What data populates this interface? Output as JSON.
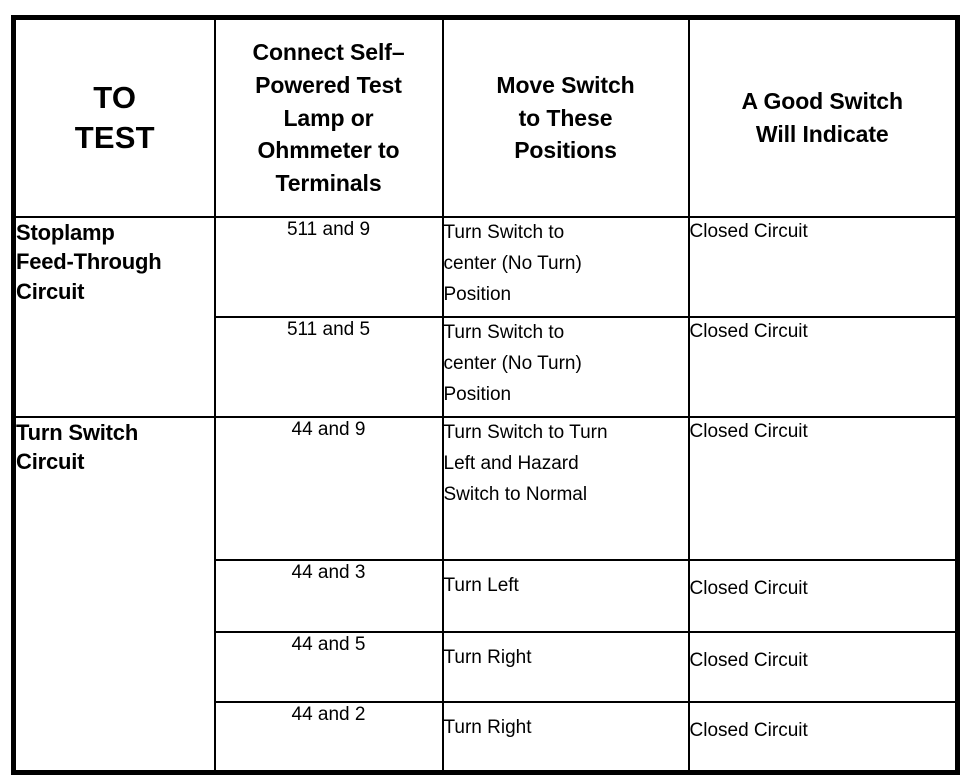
{
  "table": {
    "columns": [
      {
        "id": "to-test",
        "label": "TO\nTEST",
        "label_line1": "TO",
        "label_line2": "TEST"
      },
      {
        "id": "terminals",
        "label": "Connect Self–\nPowered Test\nLamp or\nOhmmeter to\nTerminals",
        "l1": "Connect Self–",
        "l2": "Powered Test",
        "l3": "Lamp or",
        "l4": "Ohmmeter to",
        "l5": "Terminals"
      },
      {
        "id": "positions",
        "label": "Move Switch\nto These\nPositions",
        "l1": "Move Switch",
        "l2": "to These",
        "l3": "Positions"
      },
      {
        "id": "indicate",
        "label": "A Good Switch\nWill Indicate",
        "l1": "A Good Switch",
        "l2": "Will Indicate"
      }
    ],
    "groups": [
      {
        "id": "stoplamp-feed-through-circuit",
        "label_l1": "Stoplamp",
        "label_l2": "Feed-Through",
        "label_l3": "Circuit",
        "rows": [
          {
            "terminals": "511 and 9",
            "position_l1": "Turn Switch to",
            "position_l2": "center (No Turn)",
            "position_l3": "Position",
            "indicate": "Closed Circuit"
          },
          {
            "terminals": "511 and 5",
            "position_l1": "Turn Switch to",
            "position_l2": "center (No Turn)",
            "position_l3": "Position",
            "indicate": "Closed Circuit"
          }
        ]
      },
      {
        "id": "turn-switch-circuit",
        "label_l1": "Turn Switch",
        "label_l2": "Circuit",
        "label_l3": "",
        "rows": [
          {
            "terminals": "44 and 9",
            "position_l1": "Turn Switch to Turn",
            "position_l2": "Left and Hazard",
            "position_l3": "Switch to Normal",
            "indicate": "Closed Circuit"
          },
          {
            "terminals": "44 and 3",
            "position_l1": "Turn Left",
            "position_l2": "",
            "position_l3": "",
            "indicate": "Closed Circuit"
          },
          {
            "terminals": "44 and 5",
            "position_l1": "Turn Right",
            "position_l2": "",
            "position_l3": "",
            "indicate": "Closed Circuit"
          },
          {
            "terminals": "44 and 2",
            "position_l1": "Turn Right",
            "position_l2": "",
            "position_l3": "",
            "indicate": "Closed Circuit"
          }
        ]
      }
    ]
  },
  "colors": {
    "border": "#000000",
    "background": "#ffffff",
    "text": "#000000"
  }
}
